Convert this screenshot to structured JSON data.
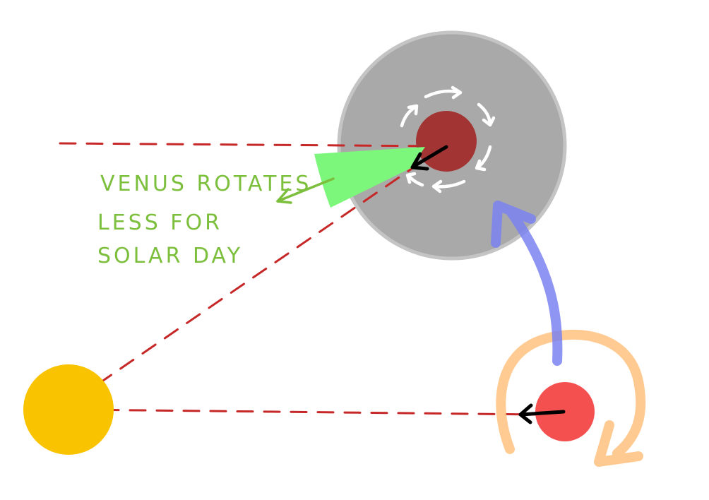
{
  "annotation": {
    "lines": [
      "VENUS ROTATES",
      "LESS FOR",
      "SOLAR DAY"
    ]
  },
  "colors": {
    "sun": "#F9C300",
    "venus_atmosphere": "#A9A9A9",
    "venus_core": "#A33434",
    "start_planet": "#F45050",
    "guide_line": "#C62828",
    "angle_wedge": "#7CF77C",
    "annotation_text": "#7CBF3C",
    "orbit_arrow": "#7B83F0",
    "rotation_arrow": "#FFC586",
    "direction_arrow": "#000000",
    "spin_arrows": "#FFFFFF"
  },
  "icons": {
    "sun": "sun-circle",
    "venus_start": "planet-circle",
    "venus_later": "planet-with-atmosphere",
    "orbit": "curved-arrow",
    "rotation": "circular-arrow",
    "facing": "arrow"
  }
}
